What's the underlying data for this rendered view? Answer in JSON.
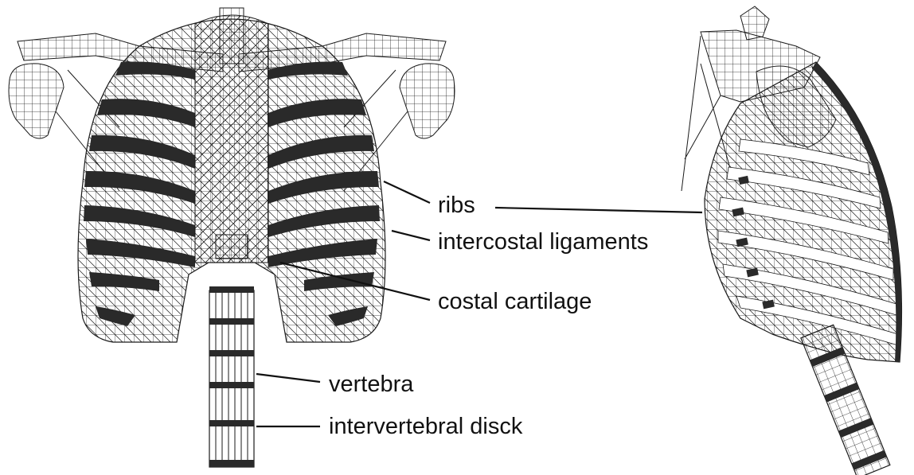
{
  "labels": {
    "ribs": "ribs",
    "intercostal_ligaments": "intercostal ligaments",
    "costal_cartilage": "costal cartilage",
    "vertebra": "vertebra",
    "intervertebral_disc": "intervertebral disck"
  },
  "colors": {
    "mesh_line": "#1a1a1a",
    "rib_band": "#2a2a2a",
    "background": "#ffffff"
  }
}
